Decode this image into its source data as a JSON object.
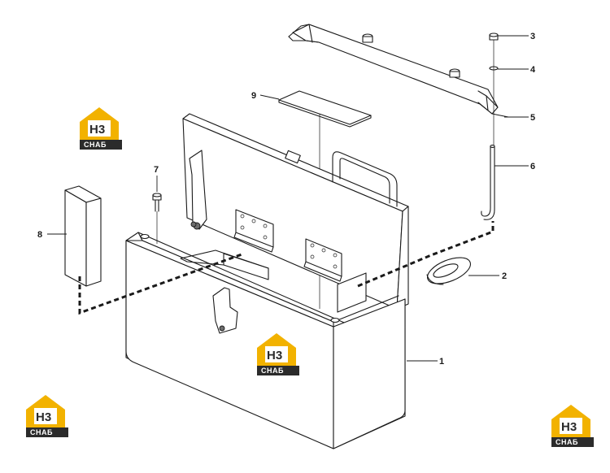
{
  "diagram": {
    "callouts": [
      {
        "id": "1",
        "label": "1"
      },
      {
        "id": "2",
        "label": "2"
      },
      {
        "id": "3",
        "label": "3"
      },
      {
        "id": "4",
        "label": "4"
      },
      {
        "id": "5",
        "label": "5"
      },
      {
        "id": "6",
        "label": "6"
      },
      {
        "id": "7",
        "label": "7"
      },
      {
        "id": "8",
        "label": "8"
      },
      {
        "id": "9",
        "label": "9"
      }
    ]
  },
  "watermark": {
    "logo_letters": "H3",
    "logo_text": "СНАБ",
    "accent_color": "#f2b200",
    "dark_color": "#2b2b2b"
  }
}
